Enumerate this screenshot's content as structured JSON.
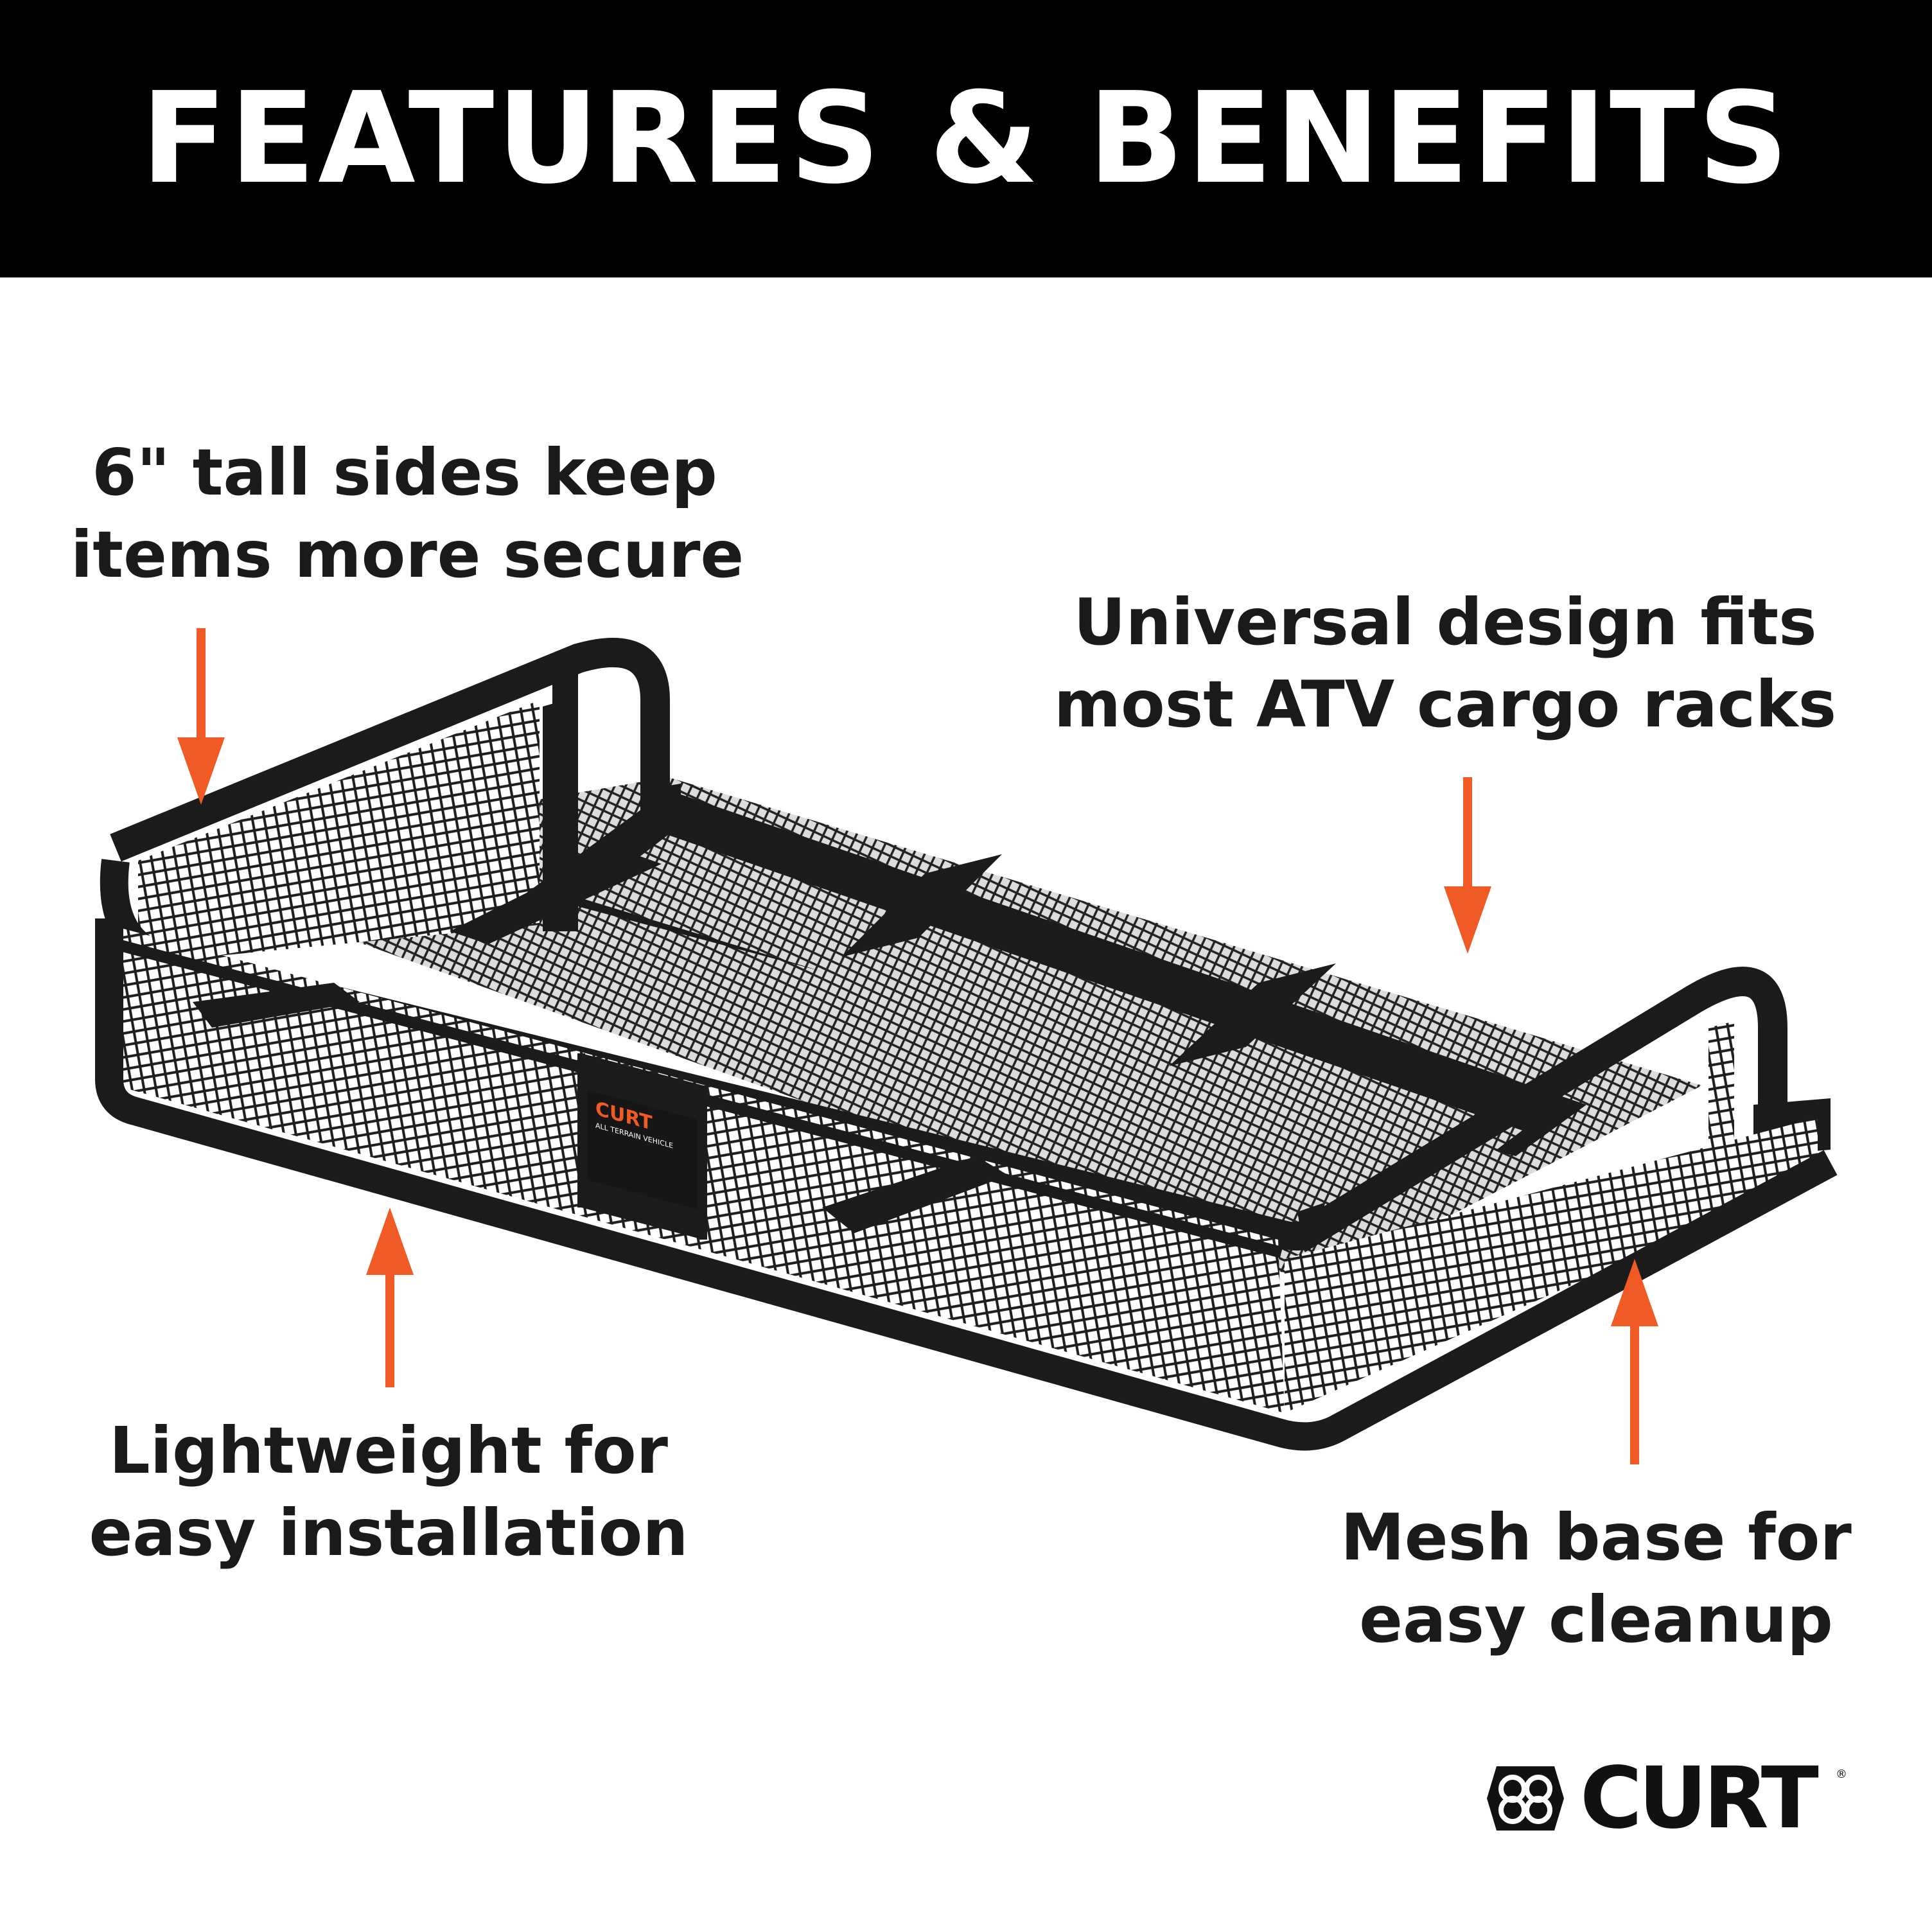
{
  "banner": {
    "title": "FEATURES & BENEFITS"
  },
  "callouts": {
    "tall_sides": {
      "line1": "6\" tall sides keep",
      "line2": "items more secure"
    },
    "universal": {
      "line1": "Universal design fits",
      "line2": "most ATV cargo racks"
    },
    "lightweight": {
      "line1": "Lightweight for",
      "line2": "easy installation"
    },
    "mesh_base": {
      "line1": "Mesh base for",
      "line2": "easy cleanup"
    }
  },
  "product": {
    "label_brand": "CURT",
    "label_subtitle": "ALL TERRAIN VEHICLE"
  },
  "brand": {
    "name": "CURT",
    "mark": "®",
    "logo_icon": "curt-knot-icon"
  },
  "colors": {
    "banner": "#000000",
    "arrow": "#f05a24",
    "rack": "#1b1b1b",
    "text": "#1a1a1a"
  }
}
